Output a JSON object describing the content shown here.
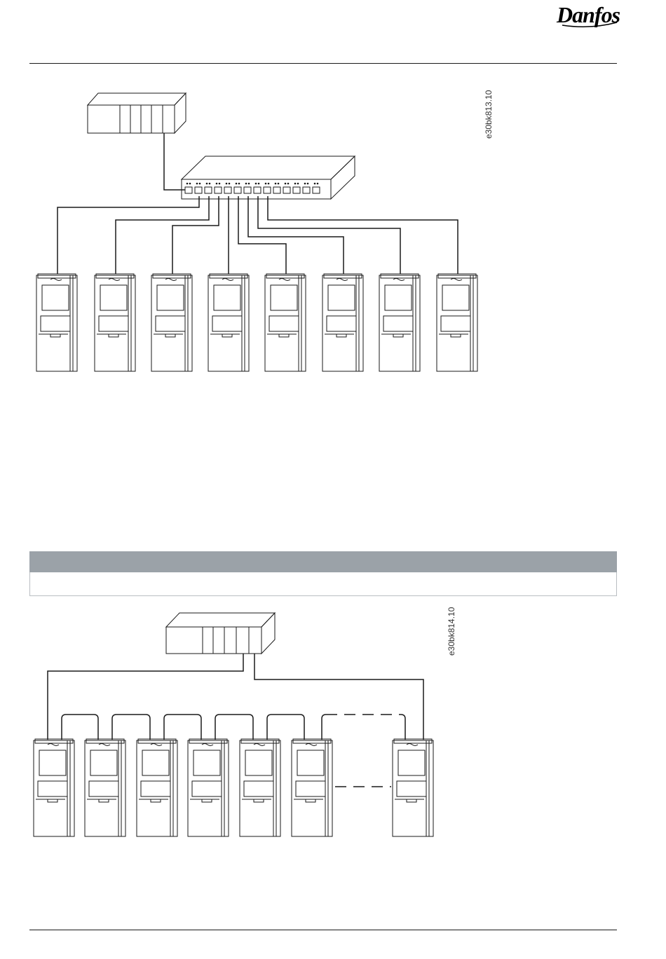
{
  "header": {
    "brand": "Danfoss"
  },
  "figures": [
    {
      "id": "figure-star-topology",
      "code": "e30bk813.10"
    },
    {
      "id": "figure-line-topology",
      "code": "e30bk814.10"
    }
  ],
  "table": {
    "header": "",
    "body": ""
  }
}
